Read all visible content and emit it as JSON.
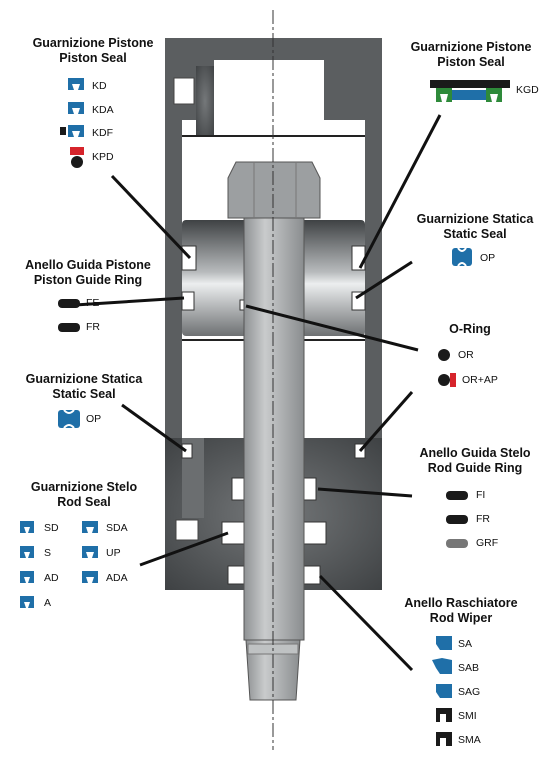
{
  "groups": {
    "piston_seal_left": {
      "title_it": "Guarnizione Pistone",
      "title_en": "Piston Seal",
      "items": [
        "KD",
        "KDA",
        "KDF",
        "KPD"
      ]
    },
    "piston_seal_right": {
      "title_it": "Guarnizione Pistone",
      "title_en": "Piston Seal",
      "items": [
        "KGD"
      ]
    },
    "piston_guide_ring": {
      "title_it": "Anello Guida Pistone",
      "title_en": "Piston Guide Ring",
      "items": [
        "FE",
        "FR"
      ]
    },
    "static_seal_right": {
      "title_it": "Guarnizione Statica",
      "title_en": "Static Seal",
      "items": [
        "OP"
      ]
    },
    "o_ring": {
      "title": "O-Ring",
      "items": [
        "OR",
        "OR+AP"
      ]
    },
    "static_seal_left": {
      "title_it": "Guarnizione Statica",
      "title_en": "Static Seal",
      "items": [
        "OP"
      ]
    },
    "rod_guide_ring": {
      "title_it": "Anello Guida Stelo",
      "title_en": "Rod Guide Ring",
      "items": [
        "FI",
        "FR",
        "GRF"
      ]
    },
    "rod_seal": {
      "title_it": "Guarnizione Stelo",
      "title_en": "Rod Seal",
      "items_left": [
        "SD",
        "S",
        "AD",
        "A"
      ],
      "items_right": [
        "SDA",
        "UP",
        "ADA"
      ]
    },
    "rod_wiper": {
      "title_it": "Anello Raschiatore",
      "title_en": "Rod Wiper",
      "items": [
        "SA",
        "SAB",
        "SAG",
        "SMI",
        "SMA"
      ]
    }
  },
  "colors": {
    "seal_blue": "#1f6fa8",
    "body_dark": "#5b5e60",
    "body_mid": "#8a8d8f",
    "rod_gray": "#a9acae",
    "accent_red": "#d6242b",
    "accent_green": "#2e8a3a",
    "black": "#1a1a1a",
    "guide_ring_gray": "#777777"
  }
}
